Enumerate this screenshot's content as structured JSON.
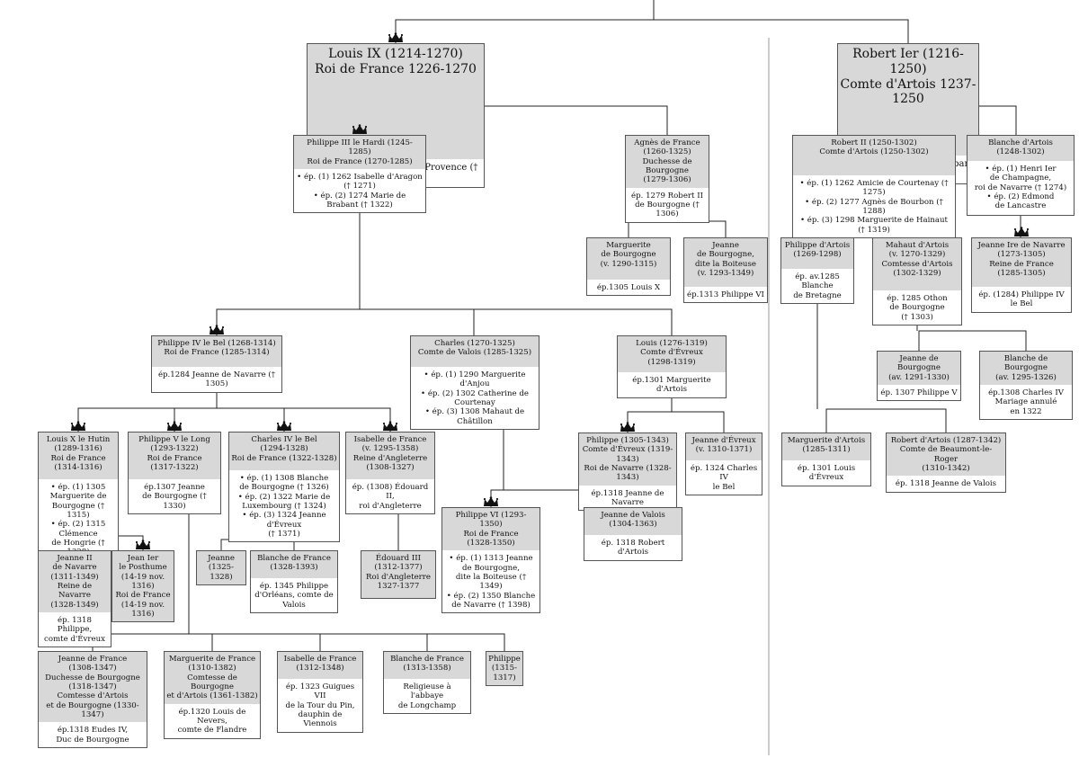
{
  "persons": [
    {
      "id": "louis9",
      "name": "Louis IX (1214-1270)",
      "lines": [
        "Roi de France 1226-1270"
      ],
      "body": [
        "ép. 1234 Marguerite de Provence († 1295)"
      ],
      "crown": true
    },
    {
      "id": "robert1",
      "name": "Robert Ier (1216-1250)",
      "lines": [
        "Comte d'Artois 1237-1250"
      ],
      "body": [
        "ép. 1237 Mahaut de Brabant († 1288)"
      ],
      "crown": false
    },
    {
      "id": "philippe3",
      "name": "Philippe III le Hardi (1245-1285)",
      "lines": [
        "Roi de France (1270-1285)"
      ],
      "body": [
        "• ép. (1) 1262 Isabelle d'Aragon († 1271)",
        "• ép. (2) 1274 Marie de Brabant († 1322)"
      ],
      "crown": true
    },
    {
      "id": "agnes",
      "name": "Agnès de France",
      "lines": [
        "(1260-1325)",
        "Duchesse de Bourgogne",
        "(1279-1306)"
      ],
      "body": [
        "ép. 1279 Robert II",
        "de Bourgogne († 1306)"
      ],
      "crown": false
    },
    {
      "id": "robert2",
      "name": "Robert II (1250-1302)",
      "lines": [
        "Comte d'Artois (1250-1302)"
      ],
      "body": [
        "• ép. (1) 1262 Amicie de Courtenay († 1275)",
        "• ép. (2) 1277 Agnès de Bourbon († 1288)",
        "• ép. (3) 1298 Marguerite de Hainaut († 1319)"
      ],
      "crown": false
    },
    {
      "id": "blanche_artois",
      "name": "Blanche d'Artois",
      "lines": [
        "(1248-1302)"
      ],
      "body": [
        "• ép. (1) Henri Ier",
        "de Champagne,",
        "roi de Navarre († 1274)",
        "• ép. (2) Edmond",
        "de Lancastre"
      ],
      "crown": false
    },
    {
      "id": "marg_bourg",
      "name": "Marguerite",
      "lines": [
        "de Bourgogne",
        "(v. 1290-1315)"
      ],
      "body": [
        "ép.1305 Louis X"
      ],
      "crown": false
    },
    {
      "id": "jeanne_boit",
      "name": "Jeanne",
      "lines": [
        "de Bourgogne,",
        "dite la Boiteuse",
        "(v. 1293-1349)"
      ],
      "body": [
        "ép.1313 Philippe VI"
      ],
      "crown": false
    },
    {
      "id": "phil_artois",
      "name": "Philippe d'Artois",
      "lines": [
        "(1269-1298)"
      ],
      "body": [
        "ép. av.1285 Blanche",
        "de Bretagne"
      ],
      "crown": false
    },
    {
      "id": "mahaut",
      "name": "Mahaut d'Artois",
      "lines": [
        "(v. 1270-1329)",
        "Comtesse d'Artois",
        "(1302-1329)"
      ],
      "body": [
        "ép. 1285 Othon",
        "de Bourgogne",
        "(† 1303)"
      ],
      "crown": false
    },
    {
      "id": "jeanne1nav",
      "name": "Jeanne Ire de Navarre",
      "lines": [
        "(1273-1305)",
        "Reine de France",
        "(1285-1305)"
      ],
      "body": [
        "ép. (1284) Philippe IV le Bel"
      ],
      "crown": true
    },
    {
      "id": "philippe4",
      "name": "Philippe IV le Bel (1268-1314)",
      "lines": [
        "Roi de France (1285-1314)"
      ],
      "body": [
        "ép.1284 Jeanne de Navarre († 1305)"
      ],
      "crown": true
    },
    {
      "id": "charles_valois",
      "name": "Charles (1270-1325)",
      "lines": [
        "Comte de Valois (1285-1325)"
      ],
      "body": [
        "• ép. (1) 1290 Marguerite d'Anjou",
        "• ép. (2) 1302 Catherine de",
        "Courtenay",
        "• ép. (3) 1308 Mahaut de Châtillon"
      ],
      "crown": false
    },
    {
      "id": "louis_evreux",
      "name": "Louis (1276-1319)",
      "lines": [
        "Comte d'Évreux",
        "(1298-1319)"
      ],
      "body": [
        "ép.1301 Marguerite d'Artois"
      ],
      "crown": false
    },
    {
      "id": "jeanne_bourg_pv",
      "name": "Jeanne de Bourgogne",
      "lines": [
        "(av. 1291-1330)"
      ],
      "body": [
        "ép. 1307 Philippe V"
      ],
      "crown": false
    },
    {
      "id": "blanche_bourg",
      "name": "Blanche de Bourgogne",
      "lines": [
        "(av. 1295-1326)"
      ],
      "body": [
        "ép.1308 Charles IV",
        "Mariage annulé",
        "en 1322"
      ],
      "crown": false
    },
    {
      "id": "louis10",
      "name": "Louis X le Hutin",
      "lines": [
        "(1289-1316)",
        "Roi de France",
        "(1314-1316)"
      ],
      "body": [
        "• ép. (1) 1305",
        "Marguerite de",
        "Bourgogne († 1315)",
        "• ép. (2) 1315 Clémence",
        "de Hongrie († 1328)"
      ],
      "crown": true
    },
    {
      "id": "philippe5",
      "name": "Philippe V le Long",
      "lines": [
        "(1293-1322)",
        "Roi de France",
        "(1317-1322)"
      ],
      "body": [
        "ép.1307 Jeanne",
        "de Bourgogne († 1330)"
      ],
      "crown": true
    },
    {
      "id": "charles4",
      "name": "Charles IV le Bel",
      "lines": [
        "(1294-1328)",
        "Roi de France (1322-1328)"
      ],
      "body": [
        "• ép. (1) 1308 Blanche",
        "de Bourgogne († 1326)",
        "• ép. (2) 1322 Marie de",
        "Luxembourg († 1324)",
        "• ép. (3) 1324 Jeanne d'Évreux",
        "(† 1371)"
      ],
      "crown": true
    },
    {
      "id": "isabelle",
      "name": "Isabelle de France",
      "lines": [
        "(v. 1295-1358)",
        "Reine d'Angleterre",
        "(1308-1327)"
      ],
      "body": [
        "ép. (1308) Édouard II,",
        "roi d'Angleterre"
      ],
      "crown": true
    },
    {
      "id": "philippe_evreux",
      "name": "Philippe (1305-1343)",
      "lines": [
        "Comte d'Évreux (1319-1343)",
        "Roi de Navarre (1328-1343)"
      ],
      "body": [
        "ép.1318 Jeanne de Navarre"
      ],
      "crown": true
    },
    {
      "id": "jeanne_evreux",
      "name": "Jeanne d'Évreux",
      "lines": [
        "(v. 1310-1371)"
      ],
      "body": [
        "ép. 1324 Charles IV",
        "le Bel"
      ],
      "crown": false
    },
    {
      "id": "marg_artois",
      "name": "Marguerite d'Artois",
      "lines": [
        "(1285-1311)"
      ],
      "body": [
        "ép. 1301 Louis d'Évreux"
      ],
      "crown": false
    },
    {
      "id": "robert_beaumont",
      "name": "Robert d'Artois (1287-1342)",
      "lines": [
        "Comte de Beaumont-le-Roger",
        "(1310-1342)"
      ],
      "body": [
        "ép. 1318 Jeanne de Valois"
      ],
      "crown": false
    },
    {
      "id": "jeanne2nav",
      "name": "Jeanne II",
      "lines": [
        "de Navarre",
        "(1311-1349)",
        "Reine de Navarre",
        "(1328-1349)"
      ],
      "body": [
        "ép. 1318 Philippe,",
        "comte d'Évreux"
      ],
      "crown": false
    },
    {
      "id": "jean1",
      "name": "Jean Ier",
      "lines": [
        "le Posthume",
        "(14-19 nov. 1316)",
        "Roi de France",
        "(14-19 nov. 1316)"
      ],
      "body": [],
      "crown": true
    },
    {
      "id": "jeanne_c4",
      "name": "Jeanne",
      "lines": [
        "(1325-1328)"
      ],
      "body": [],
      "crown": false
    },
    {
      "id": "blanche_c4",
      "name": "Blanche de France",
      "lines": [
        "(1328-1393)"
      ],
      "body": [
        "ép. 1345 Philippe",
        "d'Orléans, comte de Valois"
      ],
      "crown": false
    },
    {
      "id": "edouard3",
      "name": "Édouard III",
      "lines": [
        "(1312-1377)",
        "Roi d'Angleterre",
        "1327-1377"
      ],
      "body": [],
      "crown": false
    },
    {
      "id": "philippe6",
      "name": "Philippe VI (1293-1350)",
      "lines": [
        "Roi de France",
        "(1328-1350)"
      ],
      "body": [
        "• ép. (1) 1313 Jeanne",
        "de Bourgogne,",
        "dite la Boiteuse († 1349)",
        "• ép. (2) 1350 Blanche",
        "de Navarre († 1398)"
      ],
      "crown": true
    },
    {
      "id": "jeanne_valois",
      "name": "Jeanne de Valois",
      "lines": [
        "(1304-1363)"
      ],
      "body": [
        "ép. 1318 Robert d'Artois"
      ],
      "crown": false
    },
    {
      "id": "jeanne_fr",
      "name": "Jeanne de France",
      "lines": [
        "(1308-1347)",
        "Duchesse de Bourgogne",
        "(1318-1347)",
        "Comtesse d'Artois",
        "et de Bourgogne (1330-1347)"
      ],
      "body": [
        "ép.1318 Eudes IV,",
        "Duc de Bourgogne"
      ],
      "crown": false
    },
    {
      "id": "marg_fr",
      "name": "Marguerite de France",
      "lines": [
        "(1310-1382)",
        "Comtesse de Bourgogne",
        "et d'Artois (1361-1382)"
      ],
      "body": [
        "ép.1320 Louis de Nevers,",
        "comte de Flandre"
      ],
      "crown": false
    },
    {
      "id": "isabelle_fr",
      "name": "Isabelle de France",
      "lines": [
        "(1312-1348)"
      ],
      "body": [
        "ép. 1323 Guigues VII",
        "de la Tour du Pin,",
        "dauphin de Viennois"
      ],
      "crown": false
    },
    {
      "id": "blanche_fr",
      "name": "Blanche de France",
      "lines": [
        "(1313-1358)"
      ],
      "body": [
        "Religieuse à l'abbaye",
        "de Longchamp"
      ],
      "crown": false
    },
    {
      "id": "philippe_fr",
      "name": "Philippe",
      "lines": [
        "(1315-1317)"
      ],
      "body": [],
      "crown": false
    }
  ]
}
